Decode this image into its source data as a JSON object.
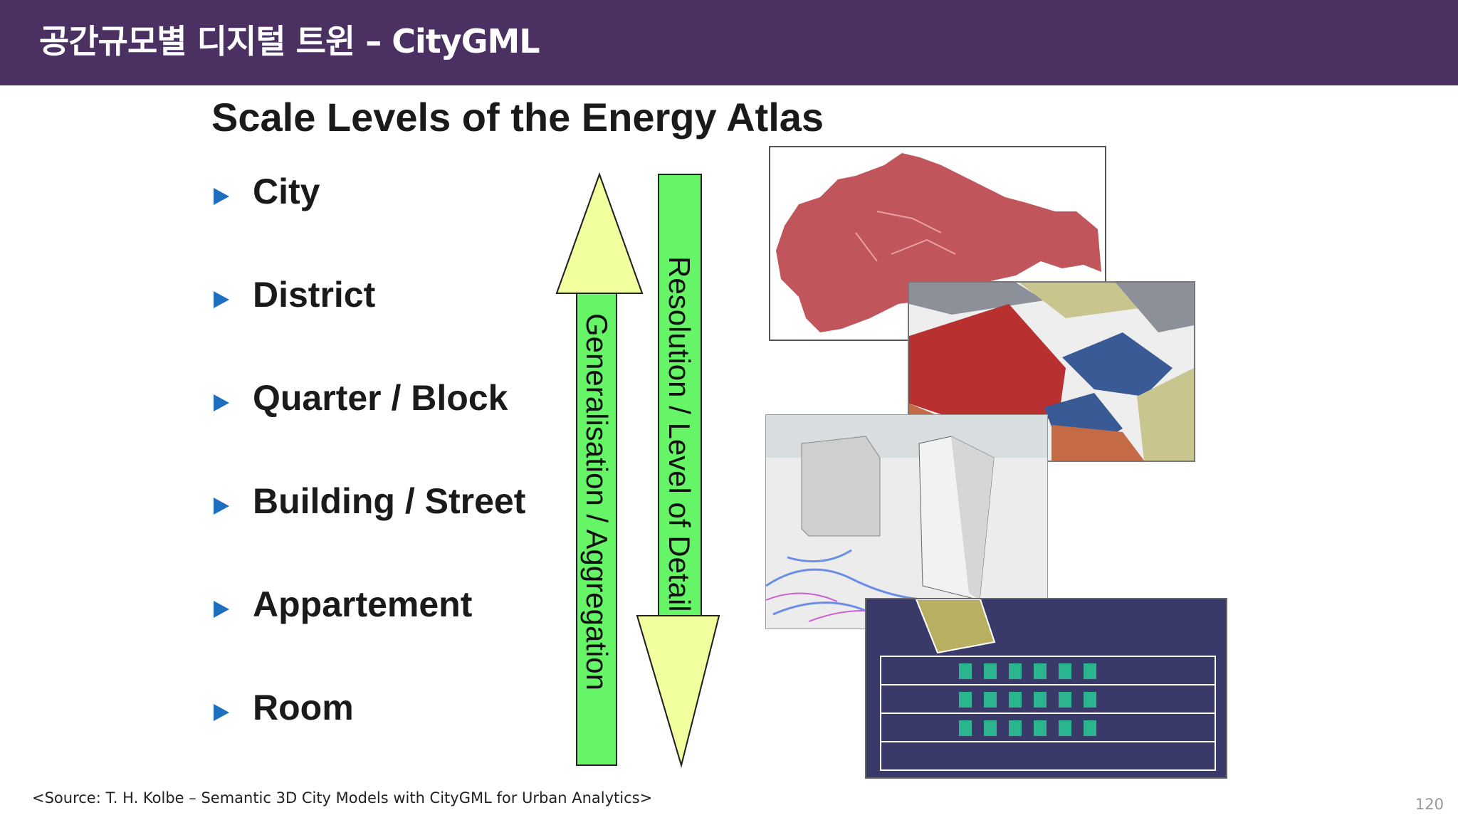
{
  "header": {
    "title": "공간규모별 디지털 트윈  –  CityGML"
  },
  "slide": {
    "heading": "Scale Levels of the Energy Atlas",
    "levels": [
      "City",
      "District",
      "Quarter / Block",
      "Building / Street",
      "Appartement",
      "Room"
    ],
    "arrow_up_label": "Generalisation / Aggregation",
    "arrow_down_label": "Resolution / Level of Detail",
    "colors": {
      "header_bg": "#4b3161",
      "bullet": "#1e6fc0",
      "arrow_yellow": "#f2ff9e",
      "arrow_green": "#66f566"
    }
  },
  "footer": {
    "source": "<Source: T. H. Kolbe – Semantic 3D City Models with CityGML for Urban Analytics>",
    "page_number": "120"
  }
}
